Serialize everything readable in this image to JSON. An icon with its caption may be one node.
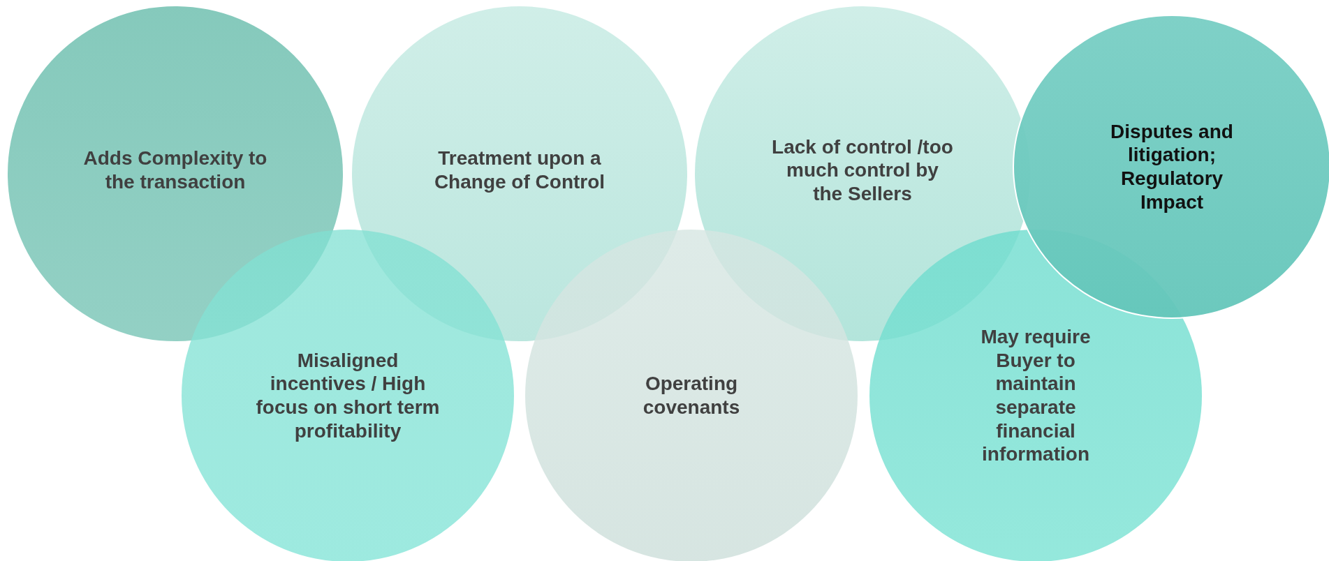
{
  "diagram": {
    "nodes": [
      {
        "text": [
          "Adds Complexity to the transaction"
        ]
      },
      {
        "text": [
          "Treatment upon a Change of Control"
        ]
      },
      {
        "text": [
          "Lack of control /too much control by the Sellers"
        ]
      },
      {
        "text": [
          "Disputes and litigation; Regulatory Impact"
        ]
      },
      {
        "text": [
          "Misaligned incentives / High focus on short term profitability"
        ]
      },
      {
        "text": [
          "Operating covenants"
        ]
      },
      {
        "text": [
          "May require Buyer to maintain separate financial information"
        ]
      }
    ]
  }
}
